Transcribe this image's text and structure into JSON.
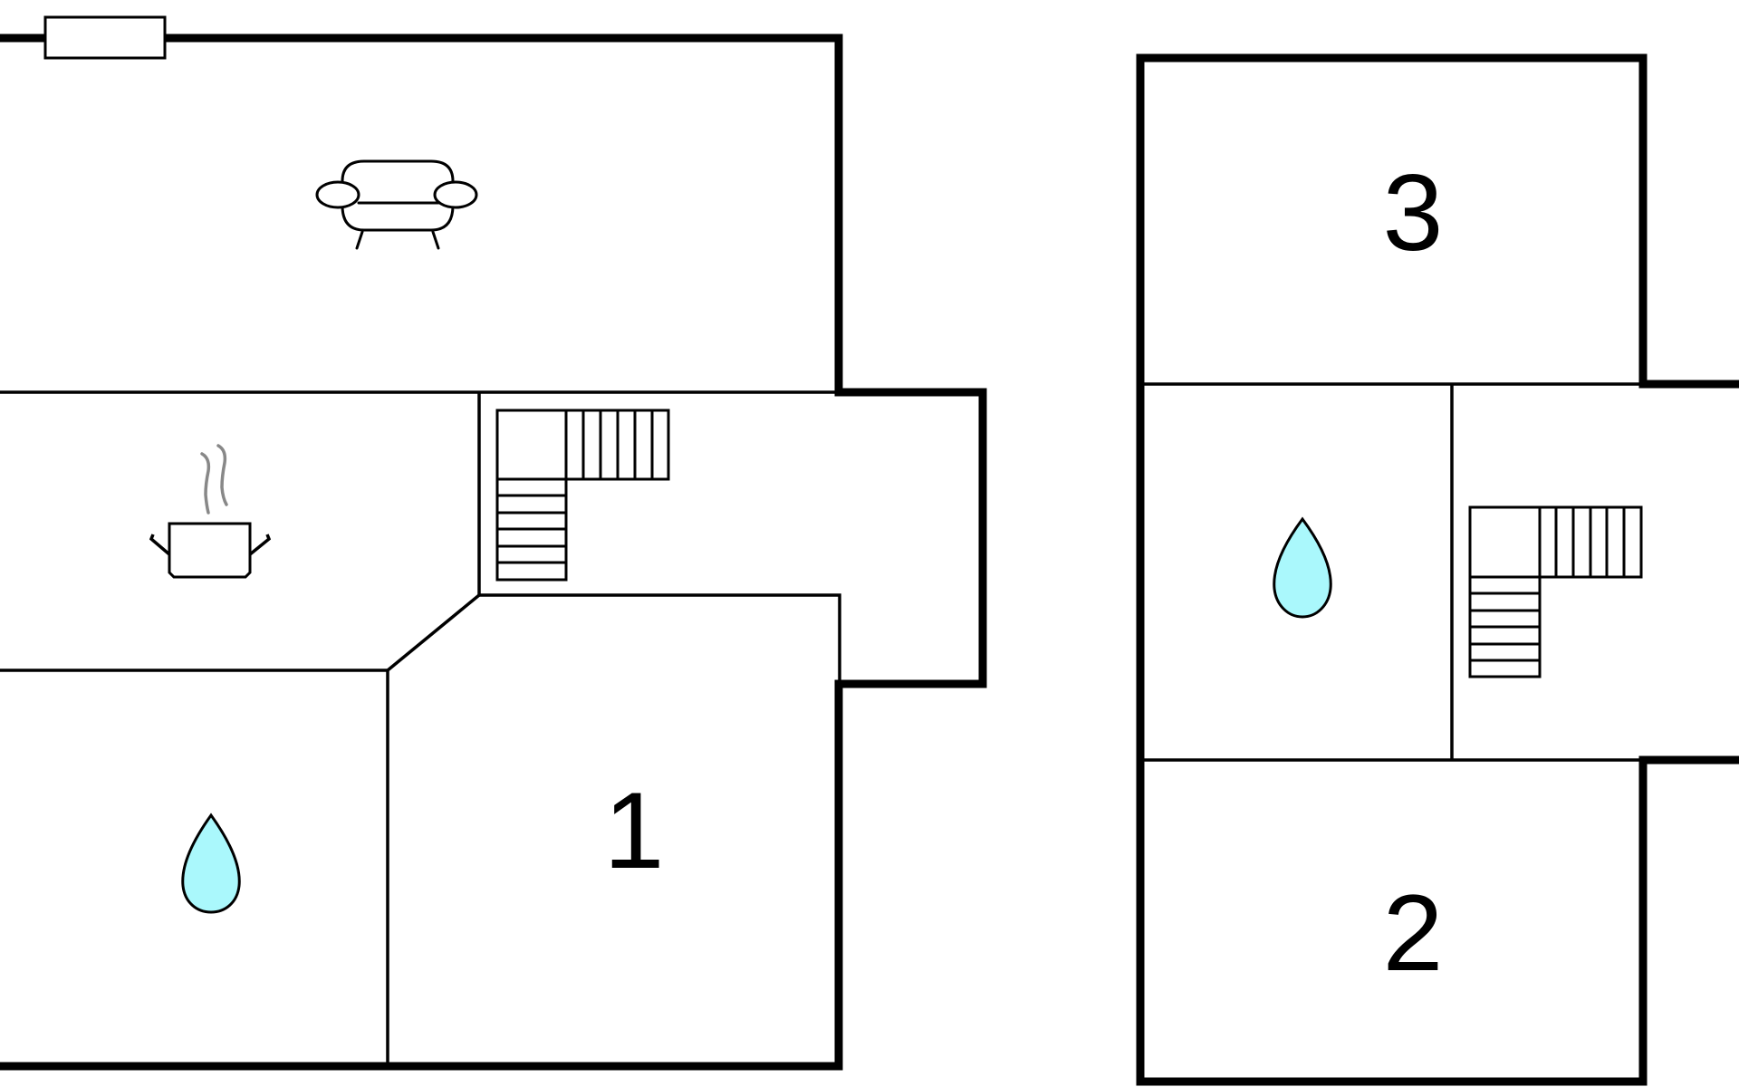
{
  "floors": [
    {
      "rooms": [
        {
          "icon": "sofa-icon"
        },
        {
          "icon": "cooking-pot-icon"
        },
        {
          "icon": "water-drop-icon"
        },
        {
          "label": "1"
        },
        {
          "icon": "staircase-icon"
        }
      ]
    },
    {
      "rooms": [
        {
          "label": "3"
        },
        {
          "icon": "water-drop-icon"
        },
        {
          "icon": "staircase-icon"
        },
        {
          "label": "2"
        }
      ]
    }
  ],
  "colors": {
    "wall": "#000000",
    "water": "#aaf8fc",
    "steam": "#888888",
    "background": "#ffffff"
  }
}
